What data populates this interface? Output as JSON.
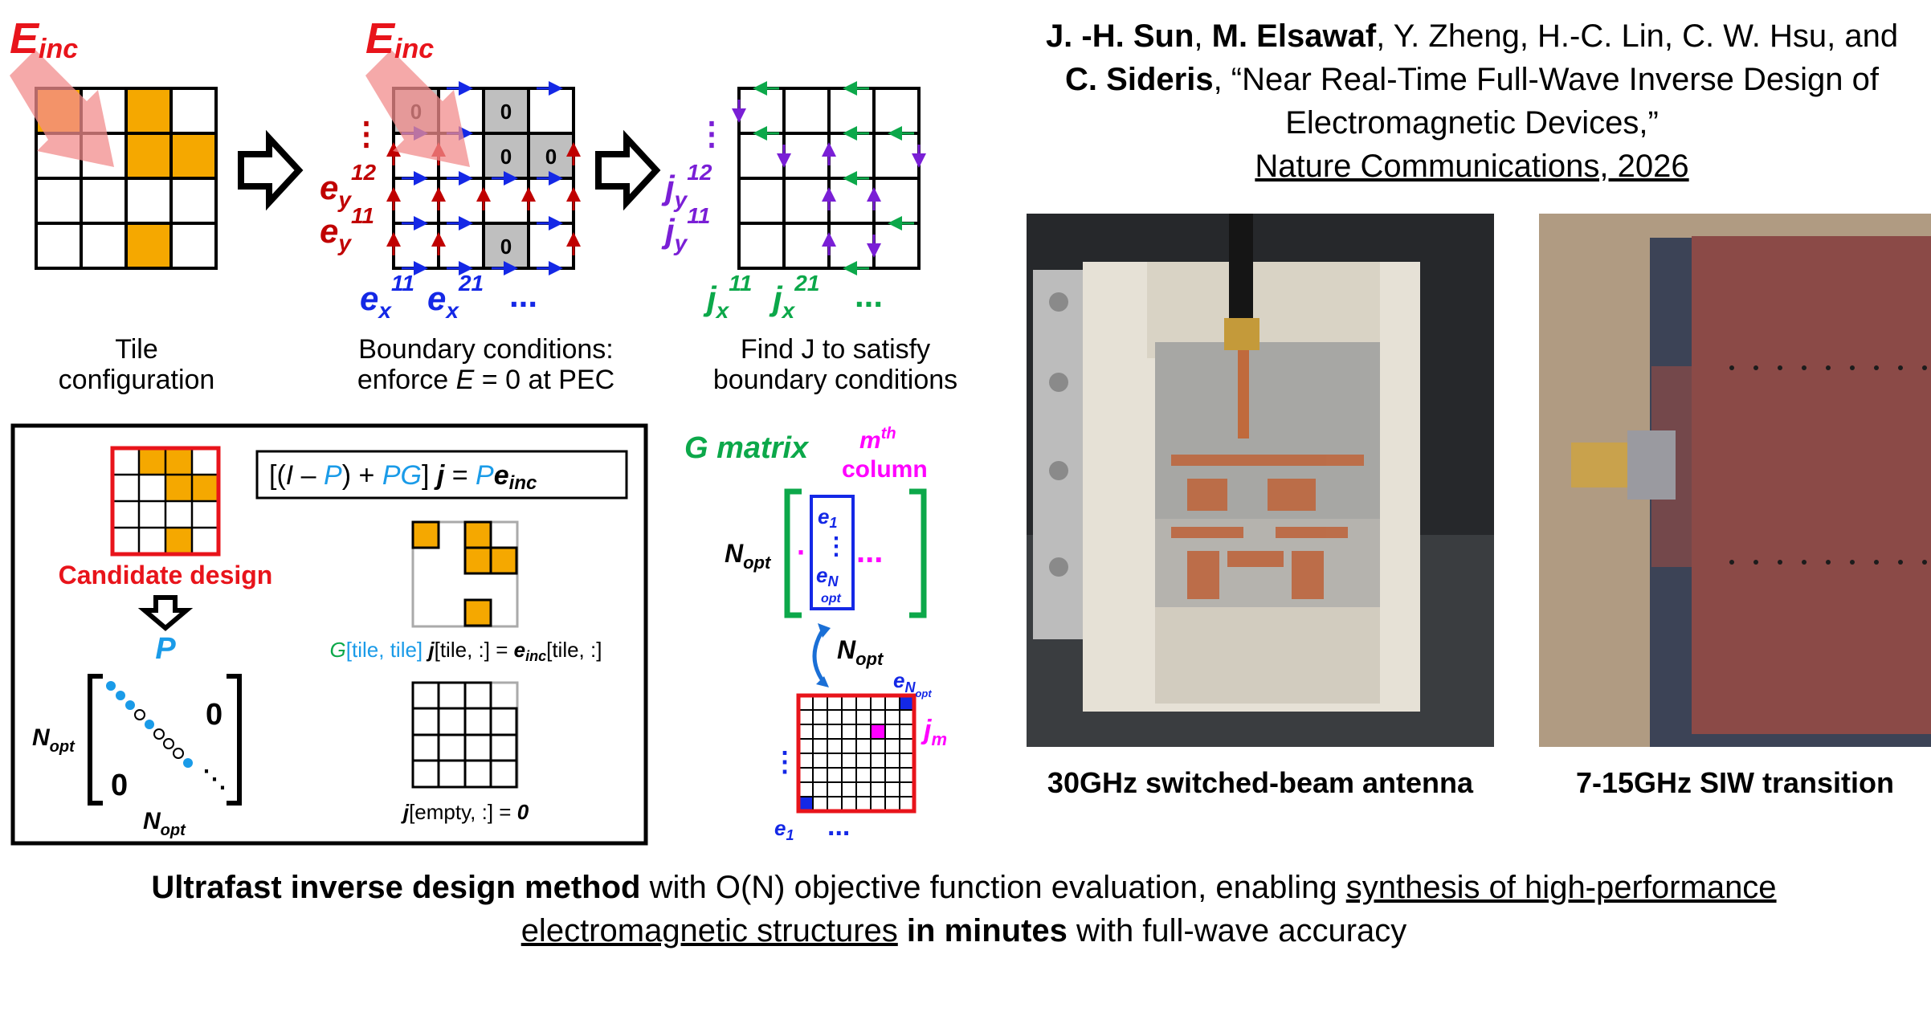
{
  "panel1": {
    "einc_main": "E",
    "einc_sub": "inc",
    "caption_line1": "Tile",
    "caption_line2": "configuration"
  },
  "panel2": {
    "einc_main": "E",
    "einc_sub": "inc",
    "zero": "0",
    "ey12_main": "e",
    "ey12_sub": "y",
    "ey12_sup": "12",
    "ey11_main": "e",
    "ey11_sub": "y",
    "ey11_sup": "11",
    "ex11_main": "e",
    "ex11_sub": "x",
    "ex11_sup": "11",
    "ex21_main": "e",
    "ex21_sub": "x",
    "ex21_sup": "21",
    "ellipsis": "...",
    "caption_line1": "Boundary conditions:",
    "caption_line2_a": "enforce ",
    "caption_line2_e": "E",
    "caption_line2_b": " = 0 at PEC"
  },
  "panel3": {
    "jy12_main": "j",
    "jy12_sub": "y",
    "jy12_sup": "12",
    "jy11_main": "j",
    "jy11_sub": "y",
    "jy11_sup": "11",
    "jx11_main": "j",
    "jx11_sub": "x",
    "jx11_sup": "11",
    "jx21_main": "j",
    "jx21_sub": "x",
    "jx21_sup": "21",
    "ellipsis": "...",
    "caption_line1": "Find J to satisfy",
    "caption_line2": "boundary conditions"
  },
  "method_box": {
    "candidate_label": "Candidate design",
    "p_label": "P",
    "zero": "0",
    "nopt": "N",
    "nopt_sub": "opt",
    "equation": {
      "open": "[(",
      "I": "I",
      "minus": " – ",
      "P": "P",
      "plus": ") + ",
      "PG": "PG",
      "close": "] ",
      "j": "j",
      "eq": " = ",
      "P2": "P",
      "e": "e",
      "einc_sub": "inc"
    },
    "g_eq": {
      "G": "G",
      "tile1": "[tile, tile] ",
      "j": "j",
      "tile2": "[tile, :] = ",
      "e": "e",
      "inc": "inc",
      "tile3": "[tile, :]"
    },
    "j_eq": {
      "j": "j",
      "rest": "[empty, :] = ",
      "zero": "0"
    }
  },
  "gmatrix": {
    "title": "G matrix",
    "mth": "m",
    "mth_sup": "th",
    "column": "column",
    "nopt": "N",
    "nopt_sub": "opt",
    "e1": "e",
    "e1_sub": "1",
    "eN": "e",
    "eN_sub": "N",
    "eN_subsub": "opt",
    "jm": "j",
    "jm_sub": "m",
    "e1_bottom": "e",
    "e1_bottom_sub": "1",
    "eNopt": "e",
    "eNopt_sub": "N",
    "eNopt_subsub": "opt",
    "ellipsis": "...",
    "vdots": "⋮"
  },
  "citation": {
    "a1": "J. -H. Sun",
    "sep1": ", ",
    "a2": "M. Elsawaf",
    "others": ", Y. Zheng, H.-C. Lin, C. W. Hsu, and ",
    "a3": "C. Sideris",
    "title": ", “Near Real-Time Full-Wave Inverse Design of Electromagnetic Devices,”",
    "journal": "Nature Communications, 2026"
  },
  "photos": {
    "left_caption": "30GHz switched-beam antenna",
    "right_caption": "7-15GHz SIW transition"
  },
  "summary": {
    "bold1": "Ultrafast inverse design method",
    "text1": " with O(N) objective function evaluation, enabling ",
    "u1": "synthesis of high-performance electromagnetic structures",
    "text2": " ",
    "bold2": "in minutes",
    "text3": " with full-wave accuracy"
  },
  "colors": {
    "red": "#e8141b",
    "darkred": "#c00000",
    "blue": "#1428e6",
    "green": "#0ca84a",
    "purple": "#7a1fd6",
    "orange": "#f5a800",
    "lightblue": "#1a9be8",
    "magenta": "#ff00ff",
    "gray_tile": "#bfbfbf"
  }
}
